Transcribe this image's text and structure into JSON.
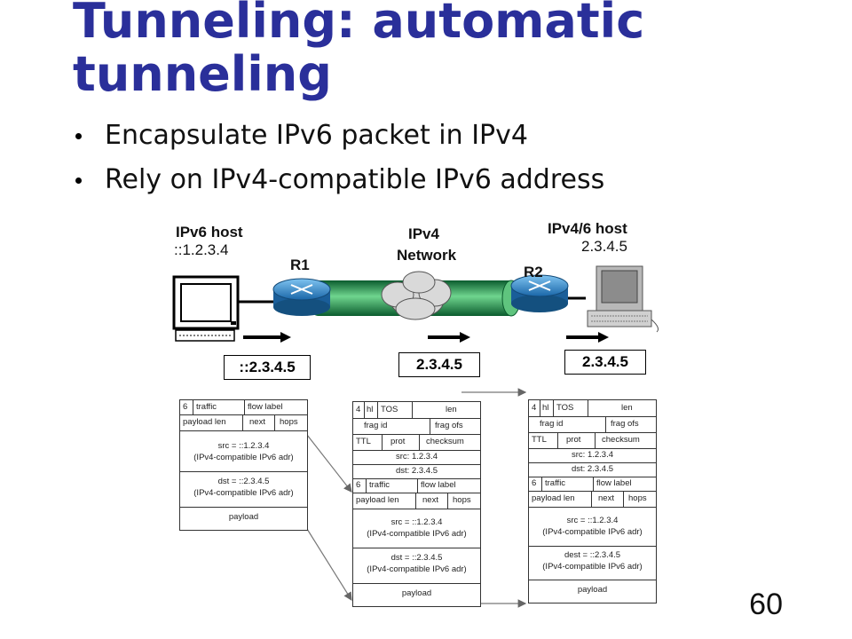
{
  "slide": {
    "title": "Tunneling: automatic tunneling",
    "bullets": [
      "Encapsulate IPv6 packet in IPv4",
      "Rely on IPv4-compatible IPv6 address"
    ],
    "page_number": "60"
  },
  "diagram": {
    "ipv6_host": {
      "label": "IPv6 host",
      "address": "::1.2.3.4"
    },
    "ipv4_network": {
      "line1": "IPv4",
      "line2": "Network"
    },
    "ipv46_host": {
      "label": "IPv4/6 host",
      "address": "2.3.4.5"
    },
    "r1": "R1",
    "r2": "R2",
    "dest_boxes": [
      "::2.3.4.5",
      "2.3.4.5",
      "2.3.4.5"
    ]
  },
  "packet1": {
    "v6_row1": [
      "6",
      "traffic",
      "flow label"
    ],
    "v6_row2": [
      "payload len",
      "next",
      "hops"
    ],
    "src": [
      "src = ::1.2.3.4",
      "(IPv4-compatible IPv6 adr)"
    ],
    "dst": [
      "dst = ::2.3.4.5",
      "(IPv4-compatible IPv6 adr)"
    ],
    "payload": "payload"
  },
  "packet2": {
    "v4_row1": [
      "4",
      "hl",
      "TOS",
      "len"
    ],
    "v4_row2": [
      "frag id",
      "frag ofs"
    ],
    "v4_row3": [
      "TTL",
      "prot",
      "checksum"
    ],
    "v4_src": "src: 1.2.3.4",
    "v4_dst": "dst: 2.3.4.5",
    "v6_row1": [
      "6",
      "traffic",
      "flow label"
    ],
    "v6_row2": [
      "payload len",
      "next",
      "hops"
    ],
    "src": [
      "src = ::1.2.3.4",
      "(IPv4-compatible IPv6 adr)"
    ],
    "dst": [
      "dst =  ::2.3.4.5",
      "(IPv4-compatible IPv6 adr)"
    ],
    "payload": "payload"
  },
  "packet3": {
    "v4_row1": [
      "4",
      "hl",
      "TOS",
      "len"
    ],
    "v4_row2": [
      "frag id",
      "frag ofs"
    ],
    "v4_row3": [
      "TTL",
      "prot",
      "checksum"
    ],
    "v4_src": "src: 1.2.3.4",
    "v4_dst": "dst: 2.3.4.5",
    "v6_row1": [
      "6",
      "traffic",
      "flow label"
    ],
    "v6_row2": [
      "payload len",
      "next",
      "hops"
    ],
    "src": [
      "src = ::1.2.3.4",
      "(IPv4-compatible IPv6 adr)"
    ],
    "dst": [
      "dest = ::2.3.4.5",
      "(IPv4-compatible IPv6 adr)"
    ],
    "payload": "payload"
  }
}
